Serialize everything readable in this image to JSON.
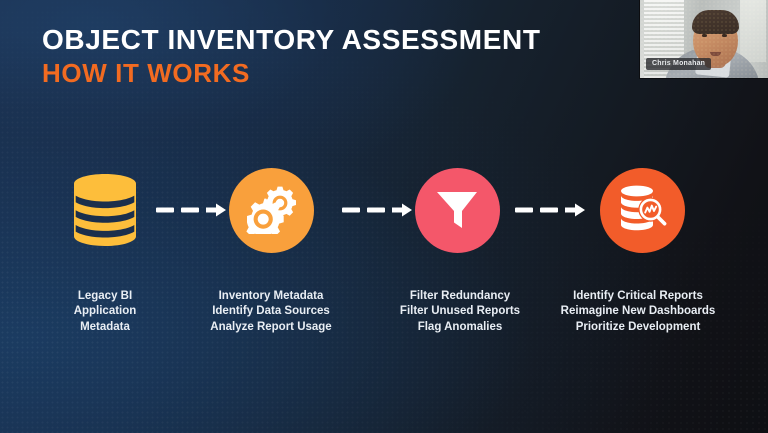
{
  "slide": {
    "title_line1": "OBJECT INVENTORY ASSESSMENT",
    "title_line2": "HOW IT WORKS",
    "title_color_primary": "#ffffff",
    "title_color_accent": "#f26b21",
    "background_colors": [
      "#1d3557",
      "#16222f",
      "#0e0f13"
    ]
  },
  "flow": {
    "steps": [
      {
        "icon": "database-cylinder-icon",
        "icon_color": "#fdbe3b",
        "icon_style": "plain",
        "caption_lines": [
          "Legacy BI",
          "Application",
          "Metadata"
        ]
      },
      {
        "icon": "gears-icon",
        "icon_color": "#f9a03c",
        "icon_style": "circle",
        "caption_lines": [
          "Inventory Metadata",
          "Identify Data Sources",
          "Analyze Report Usage"
        ]
      },
      {
        "icon": "funnel-filter-icon",
        "icon_color": "#f4576a",
        "icon_style": "circle",
        "caption_lines": [
          "Filter Redundancy",
          "Filter Unused Reports",
          "Flag Anomalies"
        ]
      },
      {
        "icon": "database-search-icon",
        "icon_color": "#f25c2a",
        "icon_style": "circle",
        "caption_lines": [
          "Identify Critical Reports",
          "Reimagine New Dashboards",
          "Prioritize Development"
        ]
      }
    ],
    "arrow": {
      "name": "dashed-arrow-right-icon",
      "color": "#ffffff",
      "dash_count": 2
    }
  },
  "webcam": {
    "participant_name": "Chris Monahan"
  }
}
